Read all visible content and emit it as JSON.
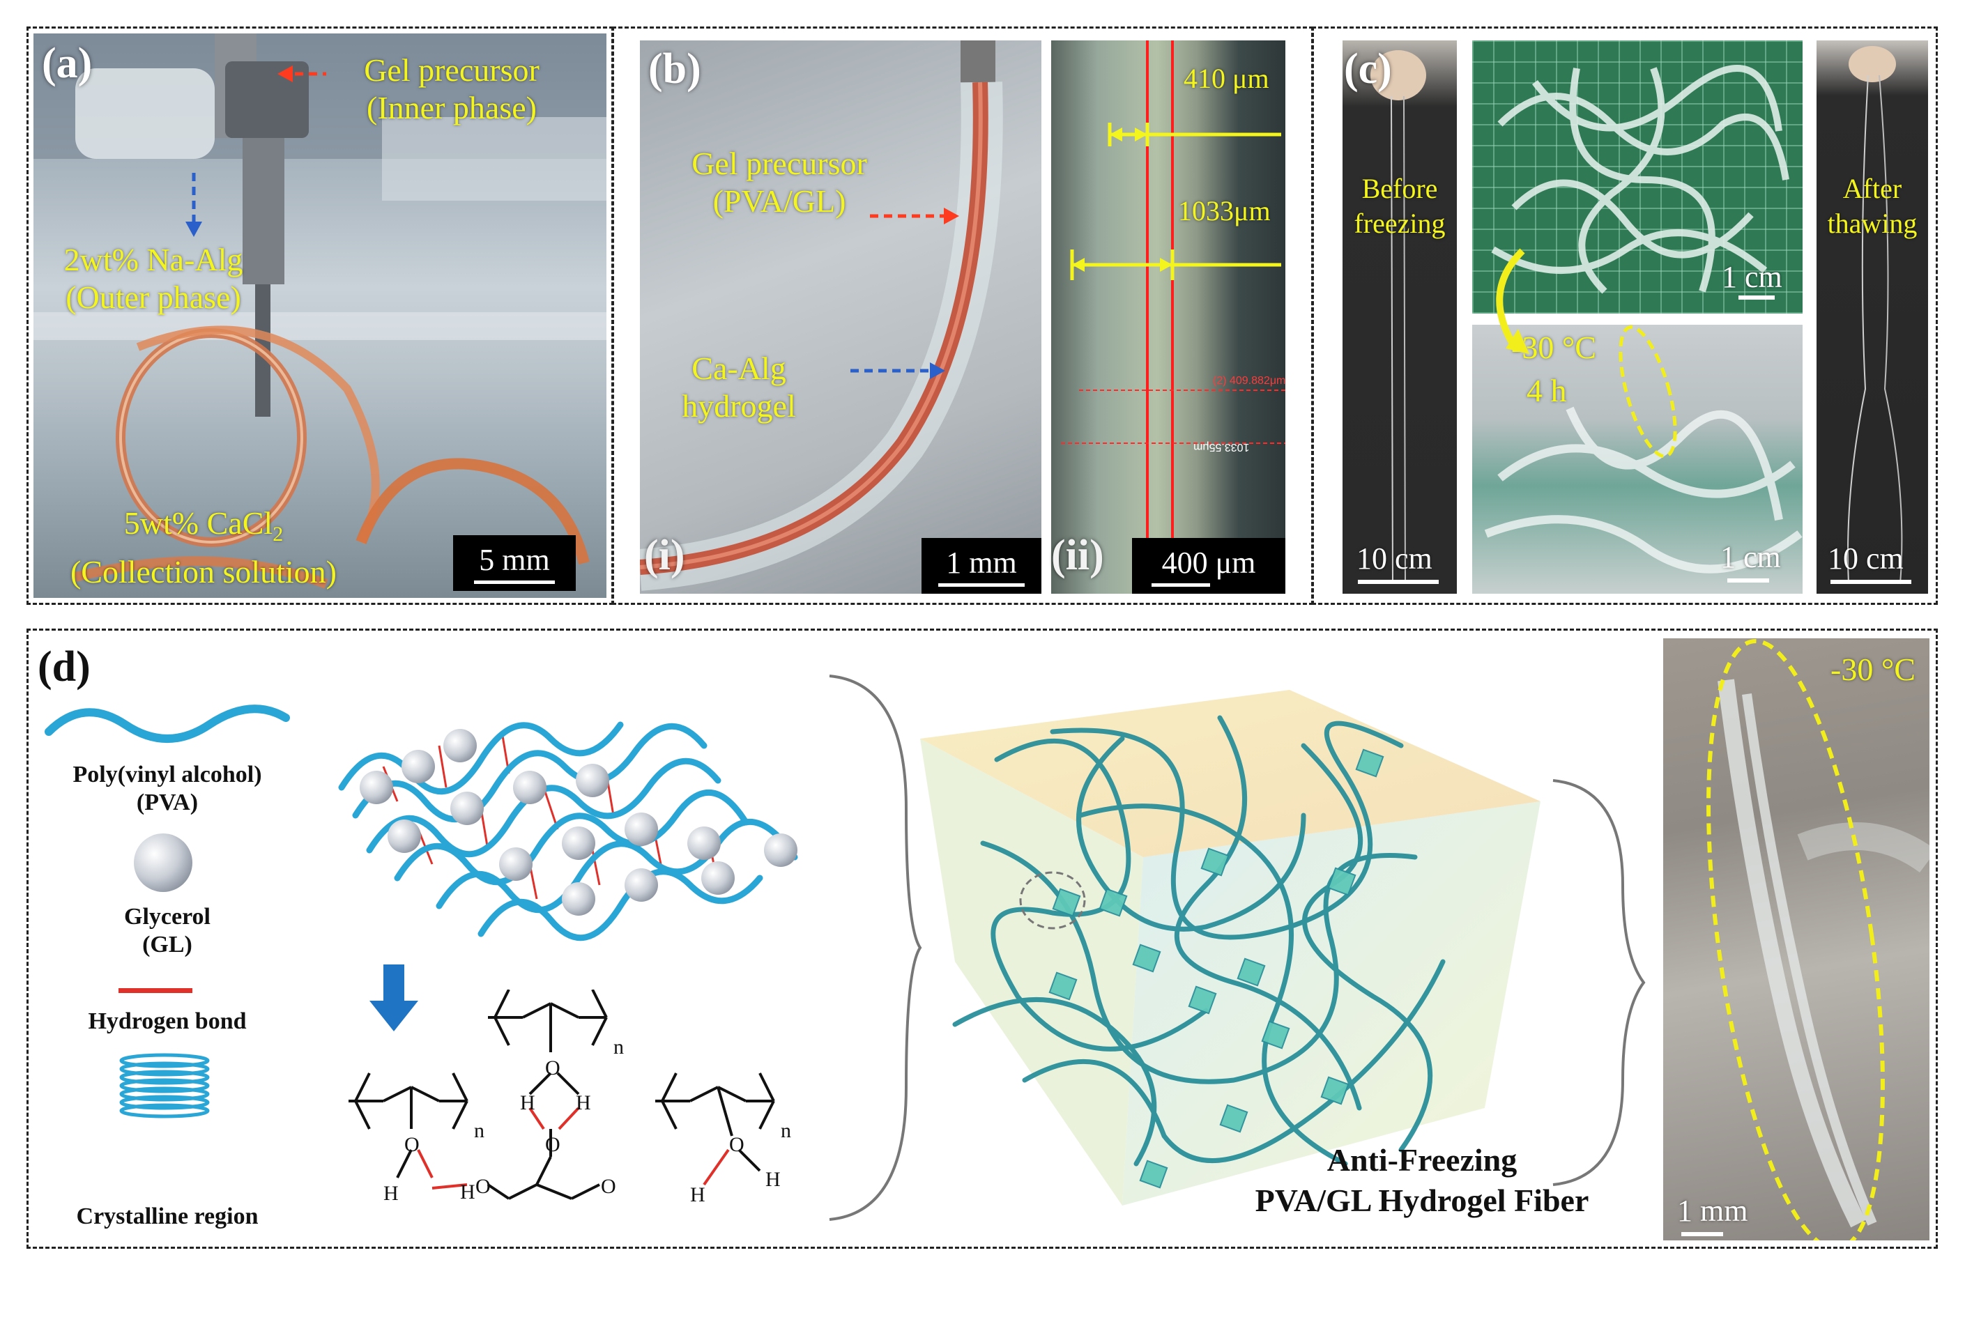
{
  "colors": {
    "label_yellow": "#f5f51e",
    "pva_blue": "#2aa6d6",
    "hbond_red": "#e0302a",
    "arrow_red": "#ff3b1f",
    "arrow_blue": "#2b5fc9",
    "ellipse_yellow": "#f2ee1c",
    "network_teal": "#2a8f9a"
  },
  "panel_a": {
    "label": "(a)",
    "inner_phase_line1": "Gel precursor",
    "inner_phase_line2": "(Inner phase)",
    "outer_phase_line1": "2wt% Na-Alg",
    "outer_phase_line2": "(Outer phase)",
    "collection_line1": "5wt% CaCl",
    "collection_sub": "2",
    "collection_line2": "(Collection solution)",
    "scale": "5 mm"
  },
  "panel_b": {
    "label": "(b)",
    "precursor_line1": "Gel precursor",
    "precursor_line2": "(PVA/GL)",
    "hydrogel_line1": "Ca-Alg",
    "hydrogel_line2": "hydrogel",
    "sub_i": "(i)",
    "sub_ii": "(ii)",
    "scale_i": "1 mm",
    "scale_ii": "400 μm",
    "measure_inner": "410 μm",
    "measure_outer": "1033μm",
    "micro_reading_1": "(2) 409.882μm",
    "micro_reading_2": "1033.55μm"
  },
  "panel_c": {
    "label": "(c)",
    "before_line1": "Before",
    "before_line2": "freezing",
    "after_line1": "After",
    "after_line2": "thawing",
    "temp": "-30 °C",
    "time": "4 h",
    "scale_left": "10 cm",
    "scale_top": "1 cm",
    "scale_bottom": "1 cm",
    "scale_right": "10 cm"
  },
  "panel_d": {
    "label": "(d)",
    "legend": {
      "pva_line1": "Poly(vinyl alcohol)",
      "pva_line2": "(PVA)",
      "gl_line1": "Glycerol",
      "gl_line2": "(GL)",
      "hbond": "Hydrogen bond",
      "crystal": "Crystalline region"
    },
    "chem": {
      "n": "n",
      "O": "O",
      "H": "H"
    },
    "fiber_title_line1": "Anti-Freezing",
    "fiber_title_line2": "PVA/GL Hydrogel Fiber",
    "photo_temp": "-30 °C",
    "photo_scale": "1 mm"
  }
}
